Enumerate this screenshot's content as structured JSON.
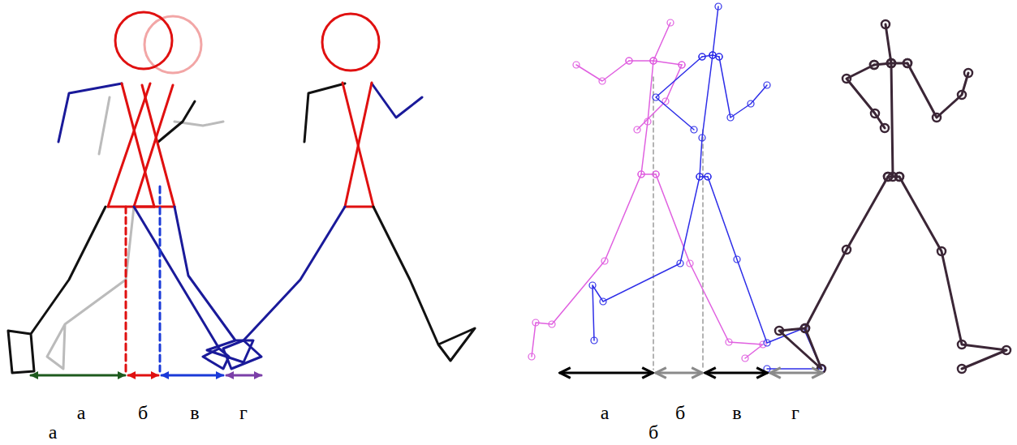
{
  "diagram": {
    "labels": [
      "а",
      "б",
      "в",
      "г",
      "а",
      "а",
      "б",
      "в",
      "г",
      "б"
    ]
  }
}
